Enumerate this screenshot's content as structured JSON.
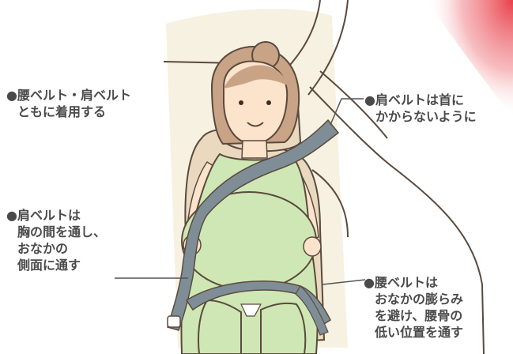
{
  "annotations": {
    "both_belts": {
      "line1": "●腰ベルト・肩ベルト",
      "line2": "ともに着用する"
    },
    "shoulder_neck": {
      "line1": "●肩ベルトは首に",
      "line2": "かからないように"
    },
    "shoulder_chest": {
      "line1": "●肩ベルトは",
      "line2": "胸の間を通し、",
      "line3": "おなかの",
      "line4": "側面に通す"
    },
    "lap_belt": {
      "line1": "●腰ベルトは",
      "line2": "おなかの膨らみ",
      "line3": "を避け、腰骨の",
      "line4": "低い位置を通す"
    }
  },
  "colors": {
    "belt": "#7f8e96",
    "dress": "#cfe7b4",
    "skin": "#fbe3cc",
    "hair": "#c9a386",
    "seat": "#ead9bf",
    "outline": "#5a4a3e",
    "corner_accent": "#e8404a"
  }
}
